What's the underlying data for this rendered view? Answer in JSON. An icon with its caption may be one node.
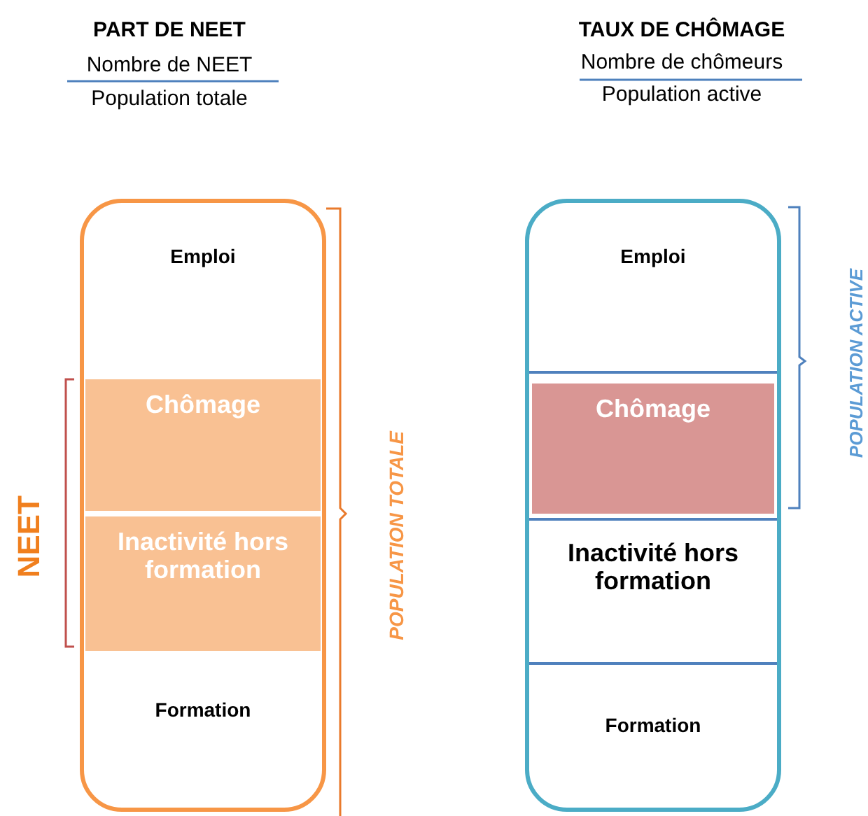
{
  "diagram": {
    "nodes": [
      {
        "text": [],
        "shape": "box"
      },
      {
        "text": [
          "Emploi"
        ],
        "in": 0
      },
      {
        "text": [
          "Chômage"
        ],
        "in": 0
      },
      {
        "text": [
          "Inactivité hors formation"
        ],
        "in": 0
      },
      {
        "text": [
          "Formation"
        ],
        "in": 0
      },
      {
        "text": [],
        "shape": "box"
      },
      {
        "text": [
          "Emploi"
        ],
        "in": 5
      },
      {
        "text": [
          "Chômage"
        ],
        "in": 5
      },
      {
        "text": [
          "Inactivité hors formation"
        ],
        "in": 5
      },
      {
        "text": [
          "Formation"
        ],
        "in": 5
      }
    ],
    "edges": [],
    "labels": [
      "PART DE NEET",
      "Nombre de NEET",
      "Population totale",
      "TAUX DE CHÔMAGE",
      "Nombre de chômeurs",
      "Population active",
      "NEET",
      "POPULATION TOTALE",
      "POPULATION ACTIVE"
    ]
  }
}
